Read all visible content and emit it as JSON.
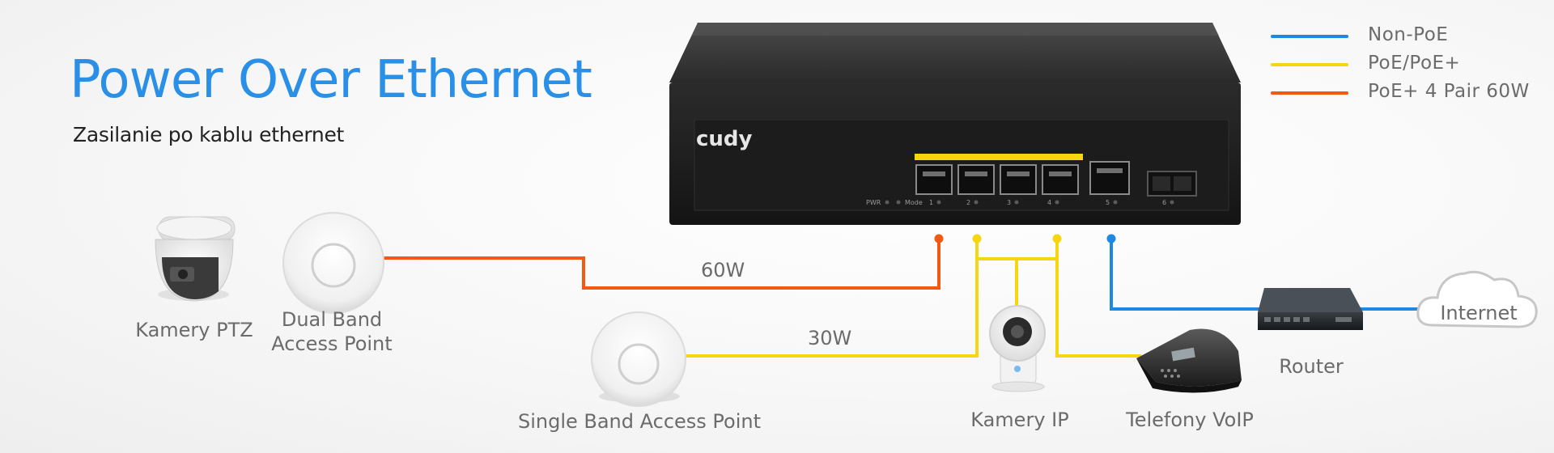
{
  "header": {
    "title": "Power Over Ethernet",
    "subtitle": "Zasilanie po kablu ethernet"
  },
  "legend": [
    {
      "label": "Non-PoE",
      "color": "#1e88e5"
    },
    {
      "label": "PoE/PoE+",
      "color": "#f5d60f"
    },
    {
      "label": "PoE+ 4 Pair 60W",
      "color": "#f05a12"
    }
  ],
  "switch": {
    "brand": "cudy",
    "leds": {
      "pwr": "PWR",
      "mode": "Mode",
      "port1": "1",
      "port2": "2",
      "port3": "3",
      "port4": "4",
      "port5": "5",
      "port6": "6"
    }
  },
  "links": {
    "power_60": "60W",
    "power_30": "30W"
  },
  "devices": {
    "ptz_camera": "Kamery PTZ",
    "dual_band_ap_line1": "Dual Band",
    "dual_band_ap_line2": "Access Point",
    "single_band_ap": "Single Band Access Point",
    "ip_camera": "Kamery IP",
    "voip_phone": "Telefony VoIP",
    "router": "Router",
    "internet": "Internet"
  }
}
